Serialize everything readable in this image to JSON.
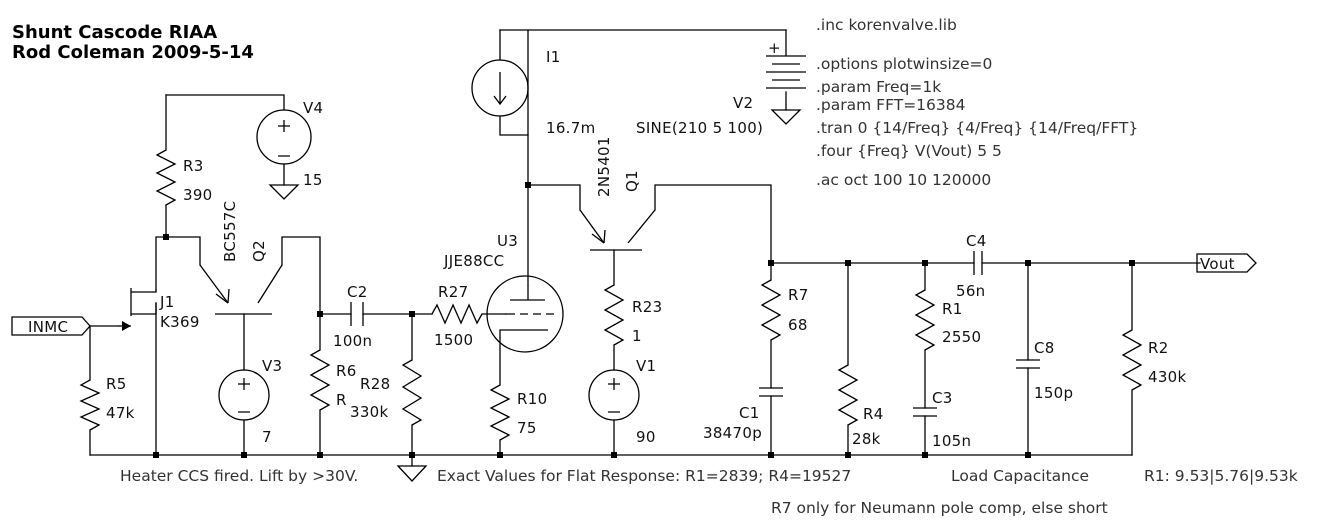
{
  "title": {
    "line1": "Shunt Cascode RIAA",
    "line2": "Rod Coleman 2009-5-14"
  },
  "directives": [
    ".inc korenvalve.lib",
    ".options plotwinsize=0",
    ".param Freq=1k",
    ".param FFT=16384",
    ".tran 0 {14/Freq} {4/Freq} {14/Freq/FFT}",
    ".four {Freq} V(Vout) 5 5",
    ".ac oct 100 10 120000"
  ],
  "components": {
    "I1": {
      "name": "I1",
      "value": "16.7m"
    },
    "V2": {
      "name": "V2",
      "value": "SINE(210 5 100)"
    },
    "V4": {
      "name": "V4",
      "value": "15"
    },
    "R3": {
      "name": "R3",
      "value": "390"
    },
    "Q2": {
      "name": "Q2",
      "model": "BC557C"
    },
    "J1": {
      "name": "J1",
      "model": "K369"
    },
    "R5": {
      "name": "R5",
      "value": "47k"
    },
    "V3": {
      "name": "V3",
      "value": "7"
    },
    "R6": {
      "name": "R6",
      "value": "R"
    },
    "C2": {
      "name": "C2",
      "value": "100n"
    },
    "R28": {
      "name": "R28",
      "value": "330k"
    },
    "R27": {
      "name": "R27",
      "value": "1500"
    },
    "U3": {
      "name": "U3",
      "model": "JJE88CC"
    },
    "R10": {
      "name": "R10",
      "value": "75"
    },
    "Q1": {
      "name": "Q1",
      "model": "2N5401"
    },
    "R23": {
      "name": "R23",
      "value": "1"
    },
    "V1": {
      "name": "V1",
      "value": "90"
    },
    "R7": {
      "name": "R7",
      "value": "68"
    },
    "C1": {
      "name": "C1",
      "value": "38470p"
    },
    "R4": {
      "name": "R4",
      "value": "28k"
    },
    "R1": {
      "name": "R1",
      "value": "2550"
    },
    "C3": {
      "name": "C3",
      "value": "105n"
    },
    "C4": {
      "name": "C4",
      "value": "56n"
    },
    "C8": {
      "name": "C8",
      "value": "150p"
    },
    "R2": {
      "name": "R2",
      "value": "430k"
    }
  },
  "ports": {
    "input": "INMC",
    "output": "Vout"
  },
  "notes": {
    "heater": "Heater CCS fired. Lift by >30V.",
    "exact": "Exact Values for Flat Response: R1=2839; R4=19527",
    "load": "Load Capacitance",
    "r1": "R1: 9.53|5.76|9.53k",
    "r7": "R7 only for Neumann pole comp, else short"
  }
}
